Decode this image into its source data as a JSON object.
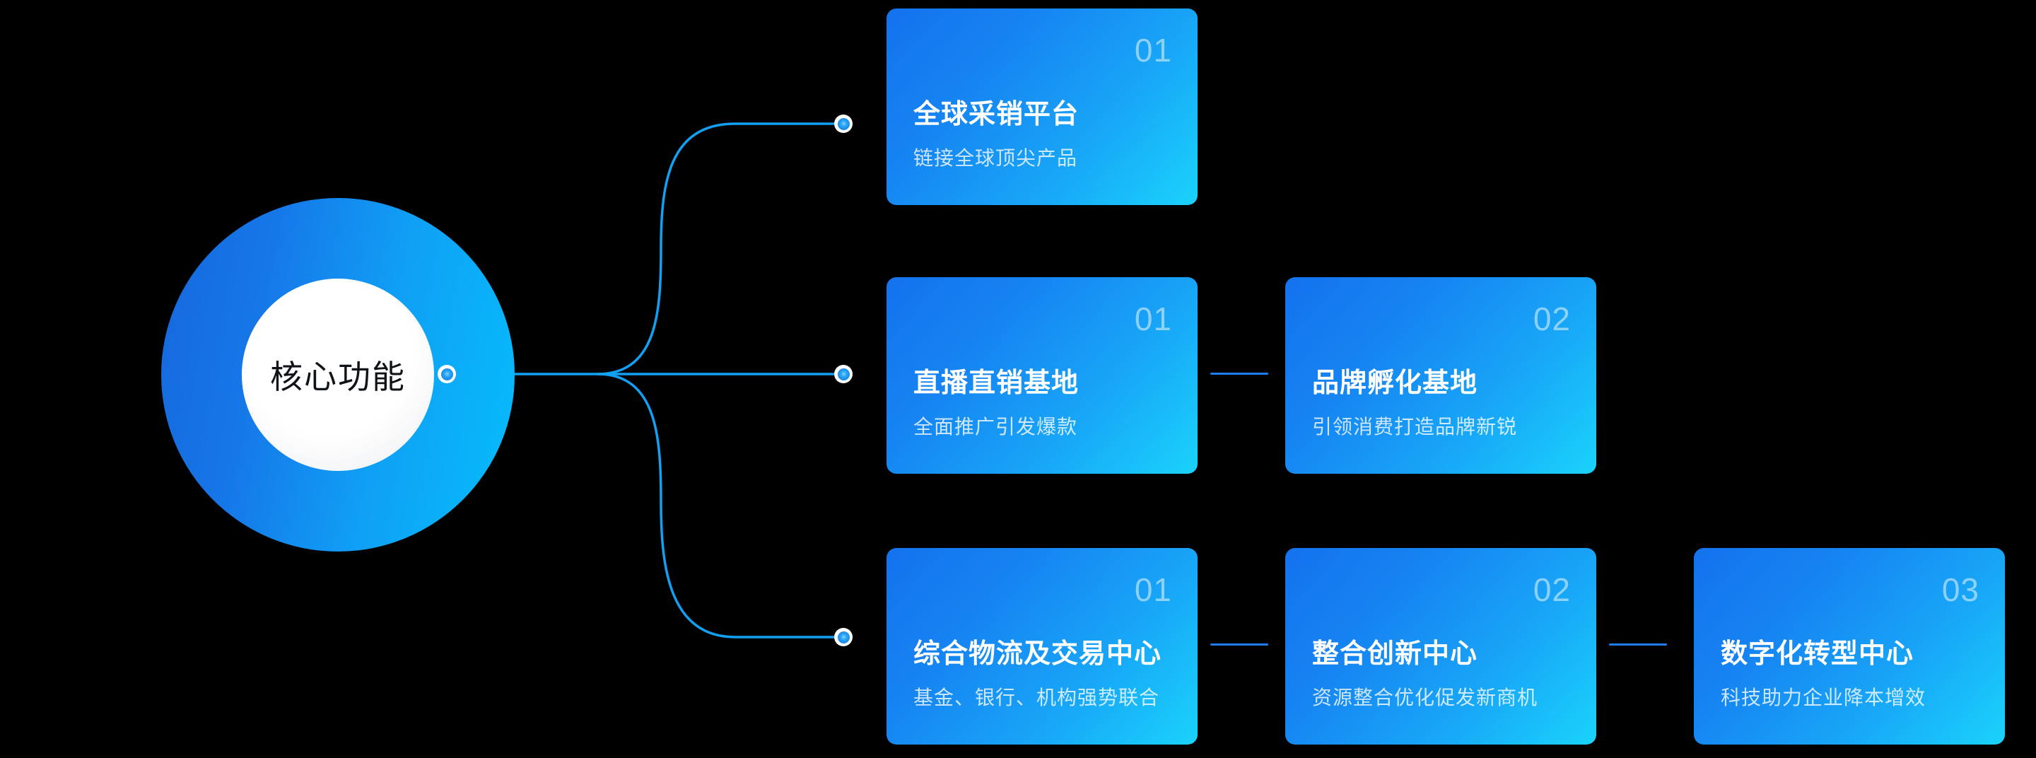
{
  "hub": {
    "label": "核心功能",
    "colors": {
      "ring_start": "#1668dc",
      "ring_end": "#05bdfb",
      "inner": "#ffffff",
      "label_color": "#101418"
    }
  },
  "connectors": {
    "line_color": "#12a0f2",
    "link_color": "#1f7df0",
    "dot_ring_color": "#ffffff",
    "dot_fill_color": "#0b74e0"
  },
  "rows": [
    {
      "row_name": "row-1",
      "cards": [
        {
          "number": "01",
          "title": "全球采销平台",
          "desc": "链接全球顶尖产品"
        }
      ]
    },
    {
      "row_name": "row-2",
      "cards": [
        {
          "number": "01",
          "title": "直播直销基地",
          "desc": "全面推广引发爆款"
        },
        {
          "number": "02",
          "title": "品牌孵化基地",
          "desc": "引领消费打造品牌新锐"
        }
      ]
    },
    {
      "row_name": "row-3",
      "cards": [
        {
          "number": "01",
          "title": "综合物流及交易中心",
          "desc": "基金、银行、机构强势联合"
        },
        {
          "number": "02",
          "title": "整合创新中心",
          "desc": "资源整合优化促发新商机"
        },
        {
          "number": "03",
          "title": "数字化转型中心",
          "desc": "科技助力企业降本增效"
        }
      ]
    }
  ]
}
